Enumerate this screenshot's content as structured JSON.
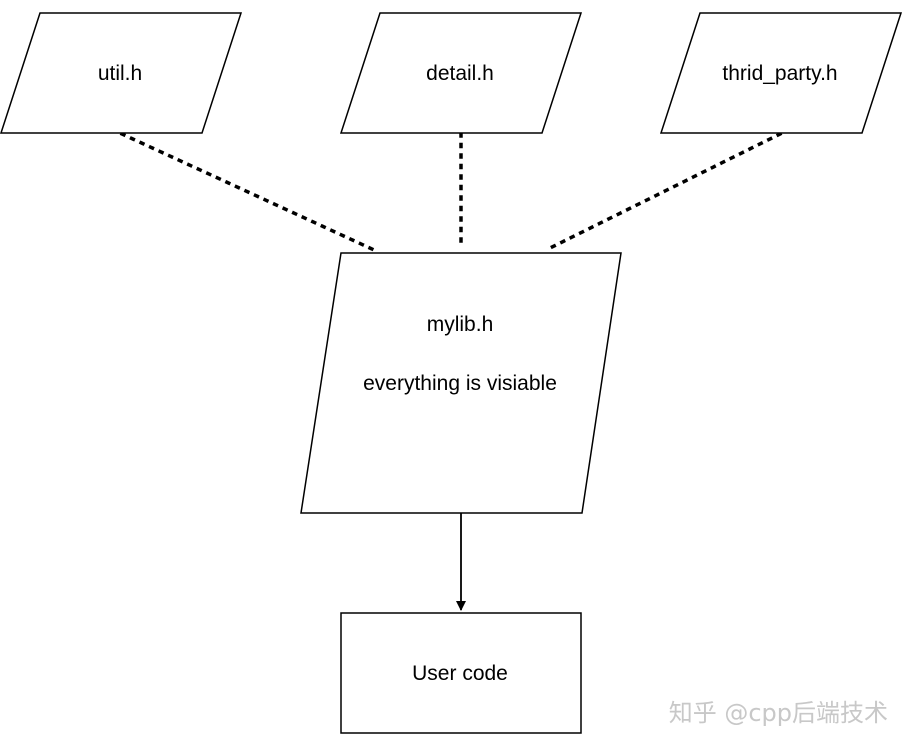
{
  "nodes": {
    "util": {
      "label": "util.h"
    },
    "detail": {
      "label": "detail.h"
    },
    "third_party": {
      "label": "thrid_party.h"
    },
    "mylib": {
      "title": "mylib.h",
      "subtitle": "everything is visiable"
    },
    "user_code": {
      "label": "User code"
    }
  },
  "watermark": {
    "text": "知乎 @cpp后端技术"
  },
  "colors": {
    "stroke": "#000000",
    "fill": "#ffffff",
    "watermark": "#c8c8c8"
  }
}
